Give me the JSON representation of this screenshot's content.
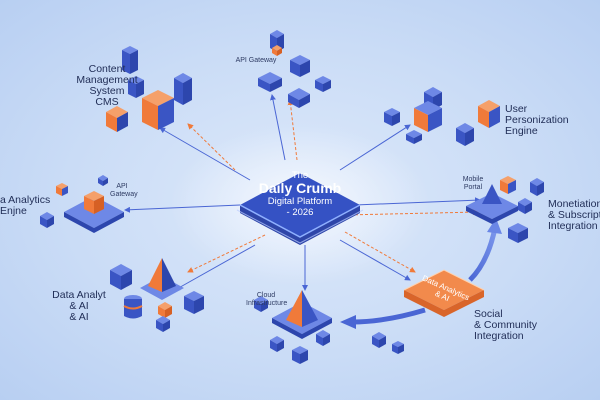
{
  "hub": {
    "line1": "The",
    "line2": "Daily Crumb",
    "line3": "Digital Platform",
    "line4": "- 2026"
  },
  "modules": {
    "cms": {
      "line1": "Content",
      "line2": "Management",
      "line3": "System",
      "line4": "CMS"
    },
    "api_gateway_top": "API Gateway",
    "user_personalization": {
      "line1": "User",
      "line2": "Personization",
      "line3": "Engine"
    },
    "analytics_left": {
      "line1": "a Analytics",
      "line2": "Enjne"
    },
    "api_gateway_left": {
      "line1": "API",
      "line2": "Gateway"
    },
    "mobile_portal": {
      "line1": "Mobile",
      "line2": "Portal"
    },
    "monetization": {
      "line1": "Monetiation",
      "line2": "& Subscriptio",
      "line3": "Integration"
    },
    "data_analytics_ai": {
      "line1": "Data Analyt",
      "line2": "& AI",
      "line3": "& AI"
    },
    "cloud_infrastructure": {
      "line1": "Cloud",
      "line2": "Infrastructure"
    },
    "highlight_tile": {
      "line1": "Data Analytics",
      "line2": "& AI"
    },
    "social": {
      "line1": "Social",
      "line2": "& Community",
      "line3": "Integration"
    }
  },
  "colors": {
    "background": "#cadcf6",
    "cube_blue": "#4a66d4",
    "accent_orange": "#f07a3a",
    "hub_dark": "#3552c4",
    "label_text": "#1f2c55"
  }
}
